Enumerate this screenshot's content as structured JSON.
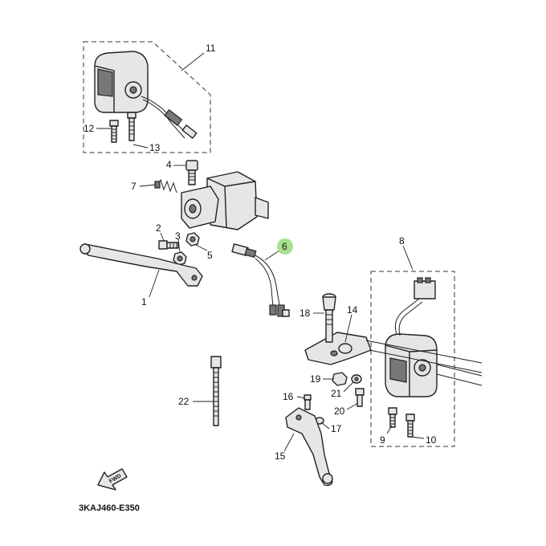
{
  "diagram": {
    "code": "3KAJ460-E350",
    "fwd_text": "FWD",
    "highlight_color": "#a8e08f",
    "callouts": [
      {
        "id": "1",
        "label": "1"
      },
      {
        "id": "2",
        "label": "2"
      },
      {
        "id": "3",
        "label": "3"
      },
      {
        "id": "4",
        "label": "4"
      },
      {
        "id": "5",
        "label": "5"
      },
      {
        "id": "6",
        "label": "6",
        "highlighted": true
      },
      {
        "id": "7",
        "label": "7"
      },
      {
        "id": "8",
        "label": "8"
      },
      {
        "id": "9",
        "label": "9"
      },
      {
        "id": "10",
        "label": "10"
      },
      {
        "id": "11",
        "label": "11"
      },
      {
        "id": "12",
        "label": "12"
      },
      {
        "id": "13",
        "label": "13"
      },
      {
        "id": "14",
        "label": "14"
      },
      {
        "id": "15",
        "label": "15"
      },
      {
        "id": "16",
        "label": "16"
      },
      {
        "id": "17",
        "label": "17"
      },
      {
        "id": "18",
        "label": "18"
      },
      {
        "id": "19",
        "label": "19"
      },
      {
        "id": "20",
        "label": "20"
      },
      {
        "id": "21",
        "label": "21"
      },
      {
        "id": "22",
        "label": "22"
      }
    ]
  }
}
